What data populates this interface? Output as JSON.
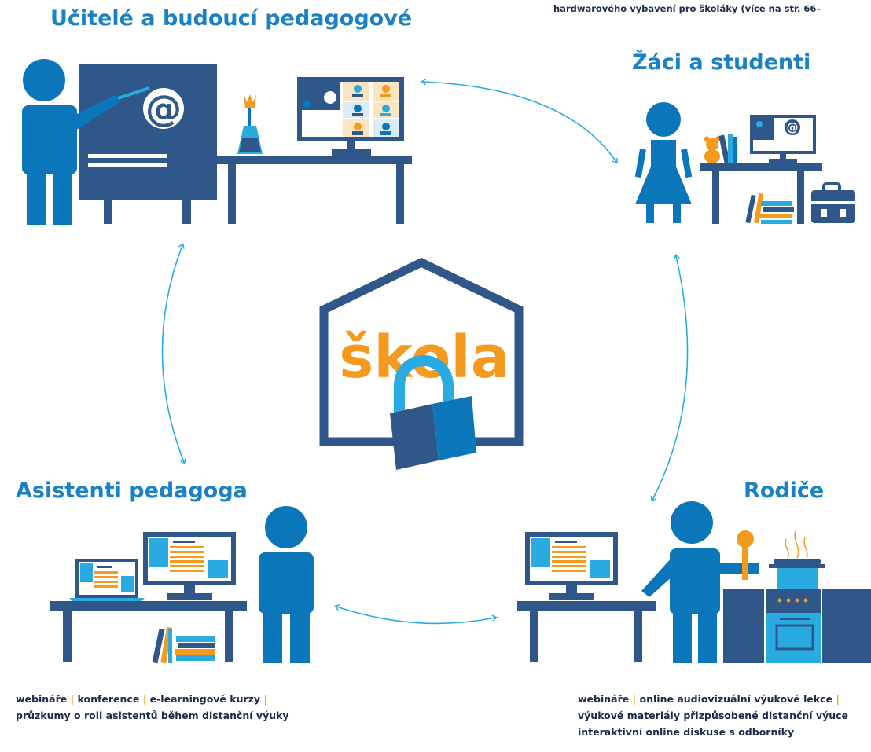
{
  "top_note": "hardwarového vybavení pro školáky (více na str. 66–",
  "colors": {
    "navy": "#2f578a",
    "blue": "#0c76bb",
    "light_blue": "#29abe2",
    "orange": "#f39a1f",
    "text_dark": "#1b2b4a"
  },
  "groups": {
    "teachers": {
      "title": "Učitelé a budoucí pedagogové",
      "icons": [
        "person-icon",
        "blackboard-icon",
        "at-sign-icon",
        "flower-vase-icon",
        "video-conference-monitor-icon",
        "desk-icon"
      ]
    },
    "students": {
      "title": "Žáci a studenti",
      "icons": [
        "girl-icon",
        "teddy-bear-icon",
        "books-icon",
        "monitor-icon",
        "desk-icon",
        "school-bag-icon"
      ]
    },
    "assistants": {
      "title": "Asistenti pedagoga",
      "icons": [
        "laptop-icon",
        "monitor-icon",
        "desk-icon",
        "books-icon",
        "person-icon"
      ],
      "caption": {
        "line1": [
          "webináře",
          "konference",
          "e-learningové kurzy"
        ],
        "line2": "průzkumy o roli asistentů během distanční výuky"
      }
    },
    "parents": {
      "title": "Rodiče",
      "icons": [
        "monitor-icon",
        "desk-icon",
        "person-cooking-icon",
        "ladle-icon",
        "pot-icon",
        "kitchen-stove-icon"
      ],
      "caption": {
        "line1": [
          "webináře",
          "online audiovizuální výukové lekce"
        ],
        "line2": "výukové materiály přizpůsobené distanční výuce",
        "line3": "interaktivní online diskuse s odborníky"
      }
    }
  },
  "center": {
    "label": "škola",
    "icons": [
      "house-outline-icon",
      "padlock-icon"
    ]
  },
  "separator": "|"
}
